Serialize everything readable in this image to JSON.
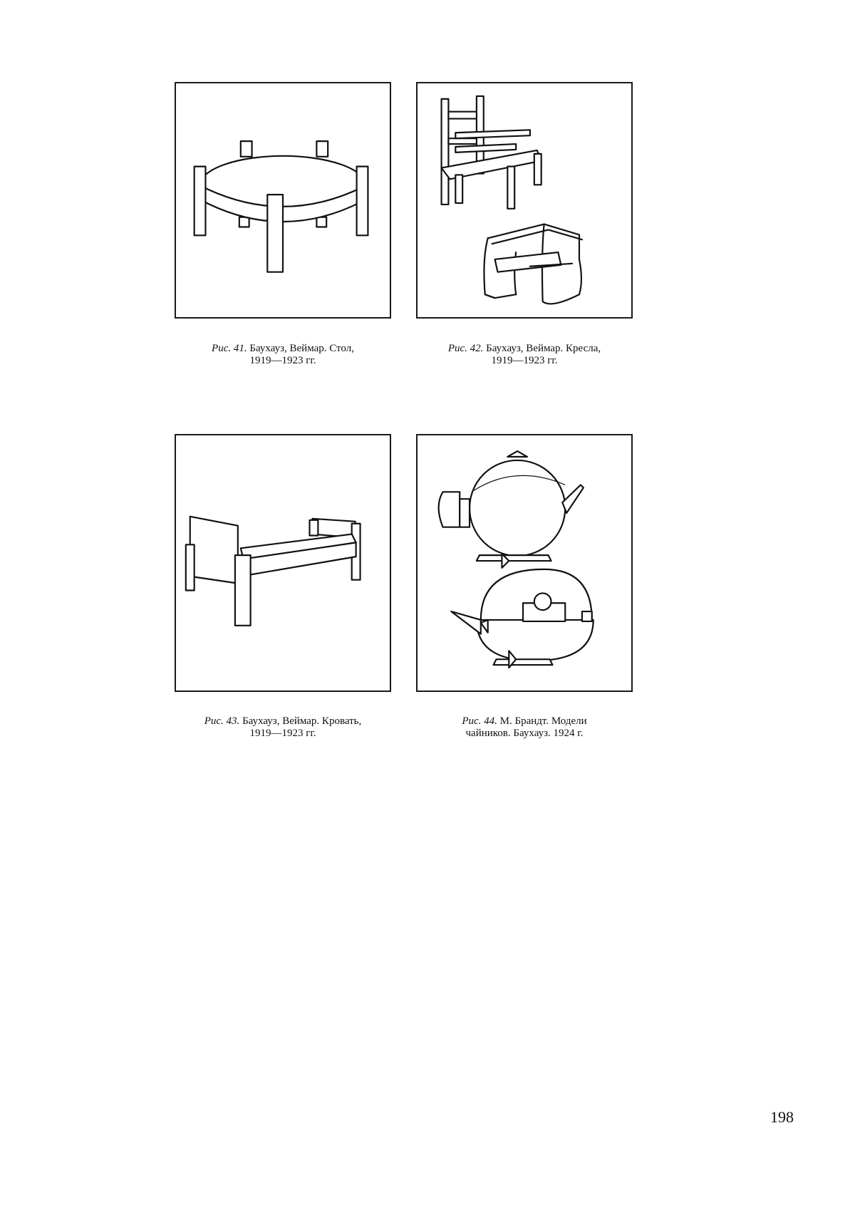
{
  "figures": [
    {
      "label": "Рис. 41.",
      "text_line1": "Баухауз, Веймар. Стол,",
      "text_line2": "1919—1923 гг."
    },
    {
      "label": "Рис. 42.",
      "text_line1": "Баухауз, Веймар. Кресла,",
      "text_line2": "1919—1923 гг."
    },
    {
      "label": "Рис. 43.",
      "text_line1": "Баухауз, Веймар. Кровать,",
      "text_line2": "1919—1923 гг."
    },
    {
      "label": "Рис. 44.",
      "text_line1": "М. Брандт. Модели",
      "text_line2": "чайников. Баухауз. 1924 г."
    }
  ],
  "page_number": "198"
}
